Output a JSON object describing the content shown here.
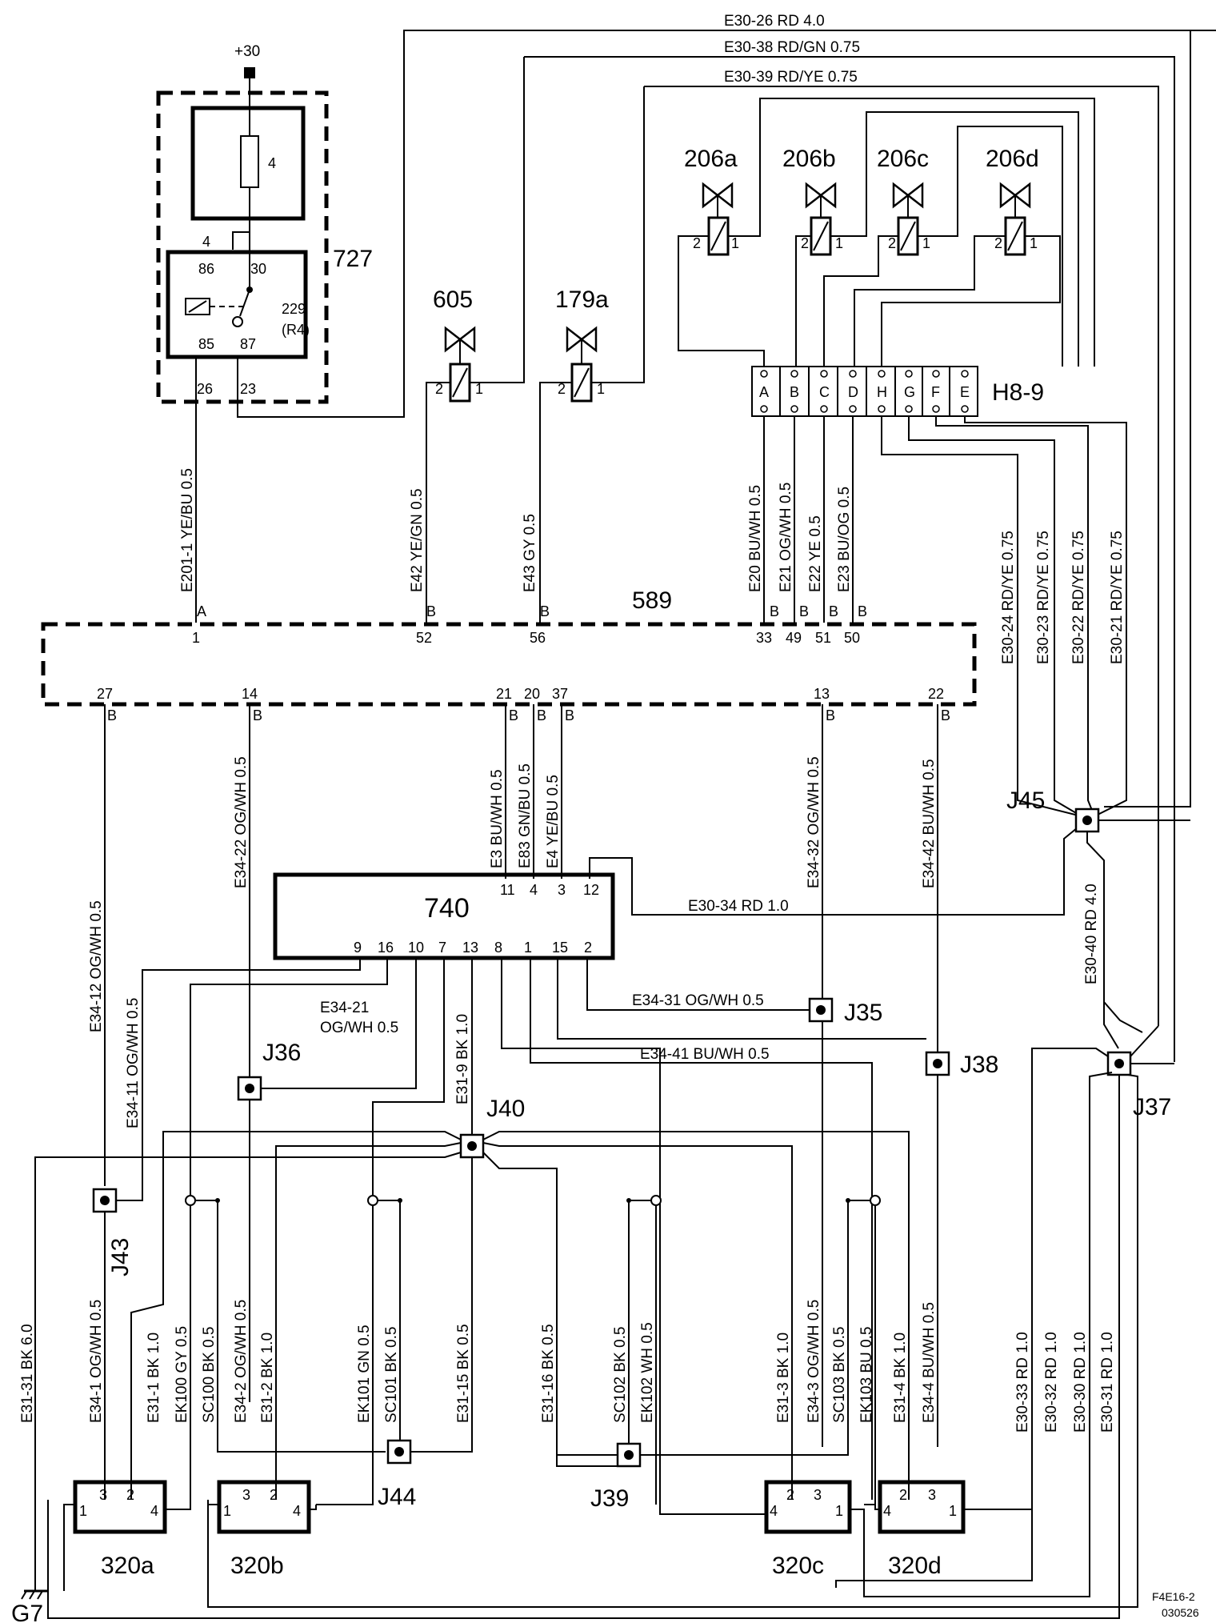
{
  "power": {
    "label": "+30"
  },
  "relay_box": {
    "id": "727",
    "fuse": "4",
    "relay": "229",
    "relay_sub": "(R4)",
    "pins": {
      "p4": "4",
      "p86": "86",
      "p30": "30",
      "p85": "85",
      "p87": "87",
      "p26": "26",
      "p23": "23"
    }
  },
  "module_589": {
    "id": "589",
    "top_pins": [
      {
        "pin": "1",
        "conn": "A",
        "wire": "E201-1  YE/BU  0.5"
      },
      {
        "pin": "52",
        "conn": "B",
        "wire": "E42  YE/GN  0.5"
      },
      {
        "pin": "56",
        "conn": "B",
        "wire": "E43  GY  0.5"
      },
      {
        "pin": "33",
        "conn": "B",
        "wire": "E20  BU/WH  0.5"
      },
      {
        "pin": "49",
        "conn": "B",
        "wire": "E21  OG/WH  0.5"
      },
      {
        "pin": "51",
        "conn": "B",
        "wire": "E22  YE  0.5"
      },
      {
        "pin": "50",
        "conn": "B",
        "wire": "E23  BU/OG  0.5"
      }
    ],
    "bottom_pins": [
      {
        "pin": "27",
        "conn": "B",
        "wire": "E34-12  OG/WH  0.5"
      },
      {
        "pin": "14",
        "conn": "B",
        "wire": "E34-22  OG/WH  0.5"
      },
      {
        "pin": "21",
        "conn": "B",
        "wire": "E3  BU/WH  0.5"
      },
      {
        "pin": "20",
        "conn": "B",
        "wire": "E83  GN/BU  0.5"
      },
      {
        "pin": "37",
        "conn": "B",
        "wire": "E4  YE/BU  0.5"
      },
      {
        "pin": "13",
        "conn": "B",
        "wire": "E34-32  OG/WH  0.5"
      },
      {
        "pin": "22",
        "conn": "B",
        "wire": "E34-42  BU/WH  0.5"
      }
    ]
  },
  "valves": [
    {
      "id": "605",
      "p2": "2",
      "p1": "1"
    },
    {
      "id": "179a",
      "p2": "2",
      "p1": "1"
    },
    {
      "id": "206a",
      "p2": "2",
      "p1": "1"
    },
    {
      "id": "206b",
      "p2": "2",
      "p1": "1"
    },
    {
      "id": "206c",
      "p2": "2",
      "p1": "1"
    },
    {
      "id": "206d",
      "p2": "2",
      "p1": "1"
    }
  ],
  "connector_h89": {
    "id": "H8-9",
    "pins": [
      "A",
      "B",
      "C",
      "D",
      "H",
      "G",
      "F",
      "E"
    ]
  },
  "top_wires": [
    "E30-26   RD   4.0",
    "E30-38   RD/GN   0.75",
    "E30-39   RD/YE   0.75"
  ],
  "right_wires": [
    "E30-24  RD/YE  0.75",
    "E30-23  RD/YE  0.75",
    "E30-22  RD/YE  0.75",
    "E30-21  RD/YE  0.75"
  ],
  "module_740": {
    "id": "740",
    "top_pins": [
      "11",
      "4",
      "3",
      "12"
    ],
    "bottom_pins": [
      "9",
      "16",
      "10",
      "7",
      "13",
      "8",
      "1",
      "15",
      "2"
    ]
  },
  "mid_wires": {
    "e30_34": "E30-34   RD   1.0",
    "e34_31": "E34-31   OG/WH   0.5",
    "e34_41": "E34-41   BU/WH   0.5",
    "e34_21a": "E34-21",
    "e34_21b": "OG/WH  0.5",
    "e34_11": "E34-11  OG/WH  0.5",
    "e31_9": "E31-9  BK  1.0",
    "e30_40": "E30-40   RD   4.0"
  },
  "junctions": [
    "J45",
    "J35",
    "J38",
    "J37",
    "J36",
    "J40",
    "J43",
    "J44",
    "J39"
  ],
  "bottom_wires": [
    "E31-31  BK  6.0",
    "E34-1  OG/WH  0.5",
    "E31-1  BK  1.0",
    "EK100  GY  0.5",
    "SC100  BK  0.5",
    "E34-2  OG/WH  0.5",
    "E31-2  BK  1.0",
    "EK101  GN  0.5",
    "SC101  BK  0.5",
    "E31-15  BK  0.5",
    "E31-16  BK  0.5",
    "SC102  BK  0.5",
    "EK102  WH  0.5",
    "E31-3  BK  1.0",
    "E34-3  OG/WH  0.5",
    "SC103  BK  0.5",
    "EK103  BU  0.5",
    "E31-4  BK  1.0",
    "E34-4  BU/WH  0.5",
    "E30-33  RD  1.0",
    "E30-32  RD  1.0",
    "E30-30  RD  1.0",
    "E30-31  RD  1.0"
  ],
  "heaters": [
    {
      "id": "320a",
      "pins": [
        "1",
        "3",
        "2",
        "4"
      ]
    },
    {
      "id": "320b",
      "pins": [
        "1",
        "3",
        "2",
        "4"
      ]
    },
    {
      "id": "320c",
      "pins": [
        "4",
        "2",
        "3",
        "1"
      ]
    },
    {
      "id": "320d",
      "pins": [
        "4",
        "2",
        "3",
        "1"
      ]
    }
  ],
  "ground": {
    "id": "G7"
  },
  "footer": {
    "code": "F4E16-2",
    "date": "030526"
  }
}
